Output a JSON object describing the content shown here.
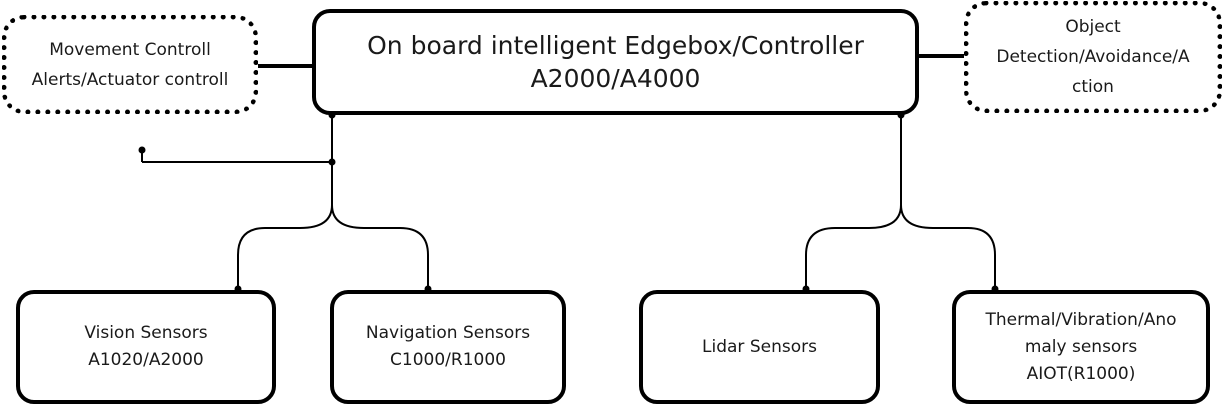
{
  "main_node": {
    "lines": [
      "On board intelligent Edgebox/Controller",
      "A2000/A4000"
    ]
  },
  "alert_node": {
    "lines": [
      "Movement Controll",
      "Alerts/Actuator controll"
    ]
  },
  "detection_node": {
    "lines": [
      "Object",
      "Detection/Avoidance/A",
      "ction"
    ]
  },
  "sensors": [
    {
      "lines": [
        "Vision Sensors",
        "A1020/A2000"
      ]
    },
    {
      "lines": [
        "Navigation Sensors",
        "C1000/R1000"
      ]
    },
    {
      "lines": [
        "Lidar Sensors"
      ]
    },
    {
      "lines": [
        "Thermal/Vibration/Ano",
        "maly sensors",
        "AIOT(R1000)"
      ]
    }
  ],
  "colors": {
    "stroke": "#000000",
    "text": "#1a1a1a",
    "background": "#ffffff"
  }
}
